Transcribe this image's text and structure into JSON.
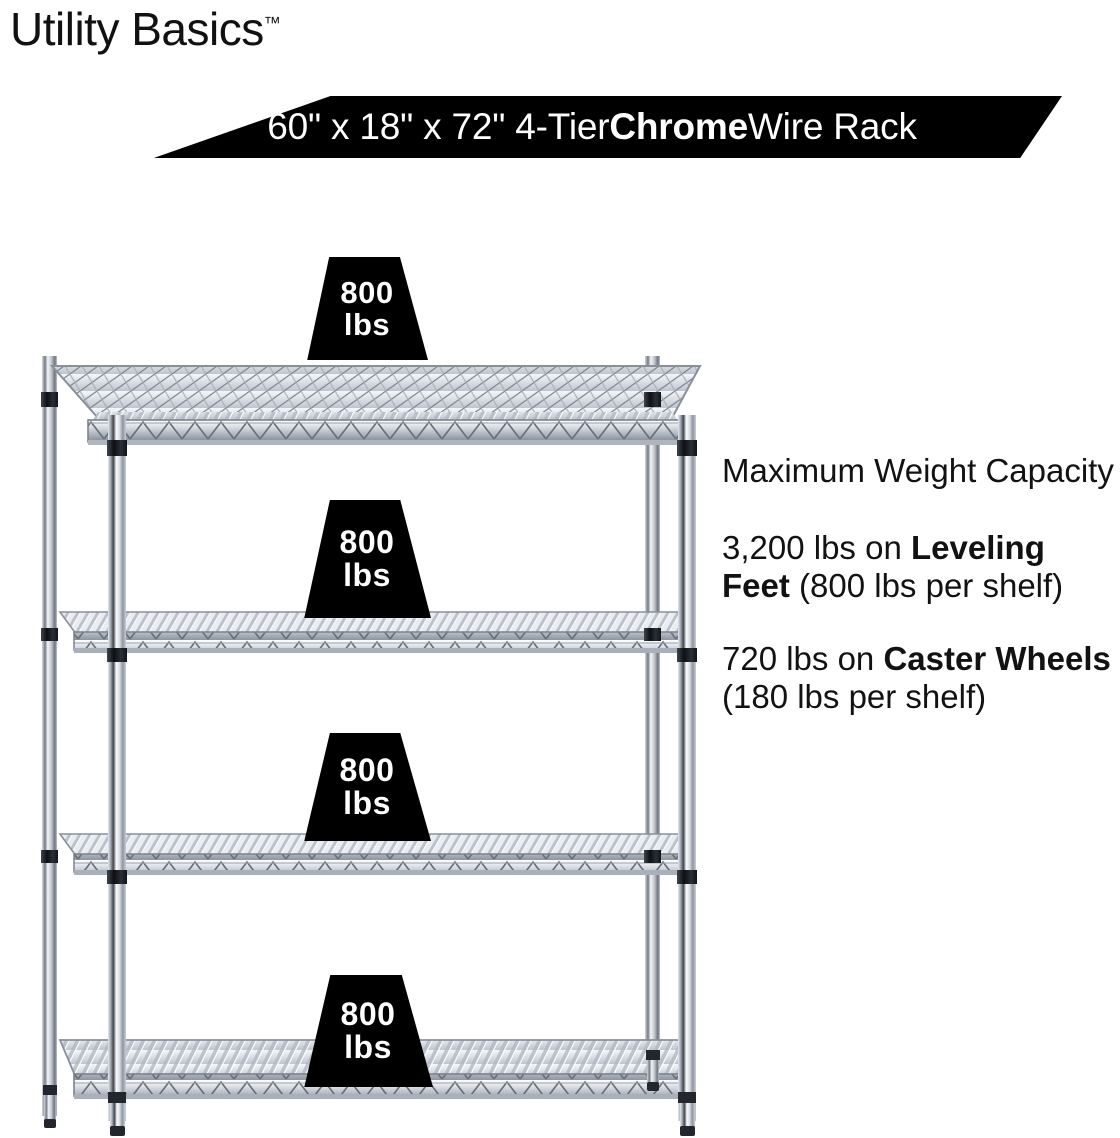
{
  "brand": {
    "name": "Utility Basics",
    "trademark": "™"
  },
  "banner": {
    "text_plain": "60\" x 18\" x 72\" 4-Tier Chrome Wire Rack",
    "prefix": "60\" x 18\" x 72\" 4-Tier ",
    "emphasis": "Chrome",
    "suffix": " Wire Rack",
    "background_color": "#000000",
    "text_color": "#FFFFFF"
  },
  "copy": {
    "heading": "Maximum Weight Capacity",
    "paragraphs": [
      {
        "lead": "3,200 lbs on ",
        "emphasis": "Leveling Feet",
        "tail": " (800 lbs per shelf)"
      },
      {
        "lead": "720 lbs on ",
        "emphasis": "Caster Wheels",
        "tail": " (180 lbs per shelf)"
      }
    ],
    "text_color": "#121212"
  },
  "product": {
    "type": "4-tier chrome wire shelving rack",
    "tier_count": 4,
    "chrome_color": "#C6CBD4",
    "collar_color": "#1A1A1E",
    "foot_color": "#20232A"
  },
  "badges": [
    {
      "value": "800",
      "unit": "lbs",
      "shelf": 1
    },
    {
      "value": "800",
      "unit": "lbs",
      "shelf": 2
    },
    {
      "value": "800",
      "unit": "lbs",
      "shelf": 3
    },
    {
      "value": "800",
      "unit": "lbs",
      "shelf": 4
    }
  ]
}
